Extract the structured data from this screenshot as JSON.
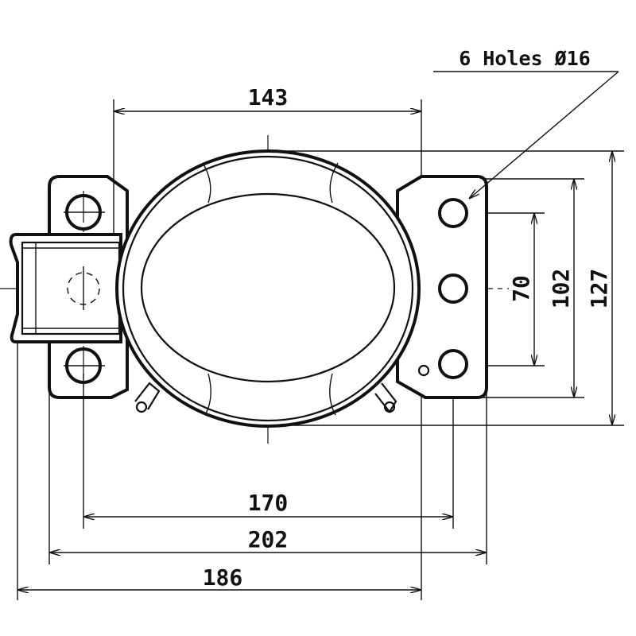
{
  "drawing": {
    "callout": "6 Holes Ø16",
    "dimensions": {
      "top_width": "143",
      "hole_spacing_horizontal": "170",
      "flange_width": "202",
      "overall_width": "186",
      "hole_spacing_vertical_inner": "70",
      "flange_height": "102",
      "overall_height": "127"
    }
  }
}
